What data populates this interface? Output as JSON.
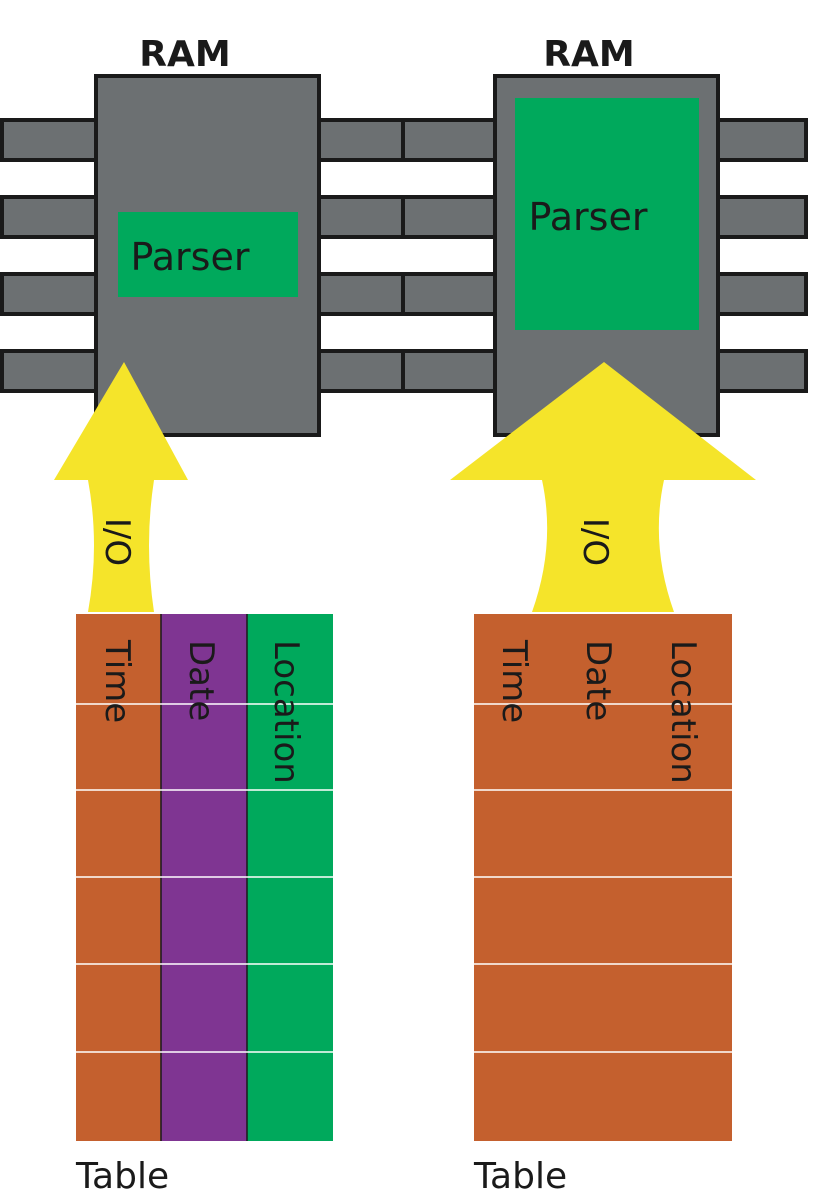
{
  "left": {
    "ram": {
      "label": "RAM"
    },
    "parser": {
      "label": "Parser"
    },
    "io": {
      "label": "I/O"
    },
    "table": {
      "label": "Table",
      "columns": [
        {
          "label": "Time",
          "color": "#c4602e"
        },
        {
          "label": "Date",
          "color": "#7f3592"
        },
        {
          "label": "Location",
          "color": "#00a95c"
        }
      ]
    }
  },
  "right": {
    "ram": {
      "label": "RAM"
    },
    "parser": {
      "label": "Parser"
    },
    "io": {
      "label": "I/O"
    },
    "table": {
      "label": "Table",
      "columns": [
        {
          "label": "Time",
          "color": "#c4602e"
        },
        {
          "label": "Date",
          "color": "#c4602e"
        },
        {
          "label": "Location",
          "color": "#c4602e"
        }
      ]
    }
  },
  "colors": {
    "chip": "#6c7072",
    "parser": "#00a95c",
    "arrow": "#f5e42a",
    "outline": "#1a1a1a",
    "row_line": "#ffffff"
  }
}
